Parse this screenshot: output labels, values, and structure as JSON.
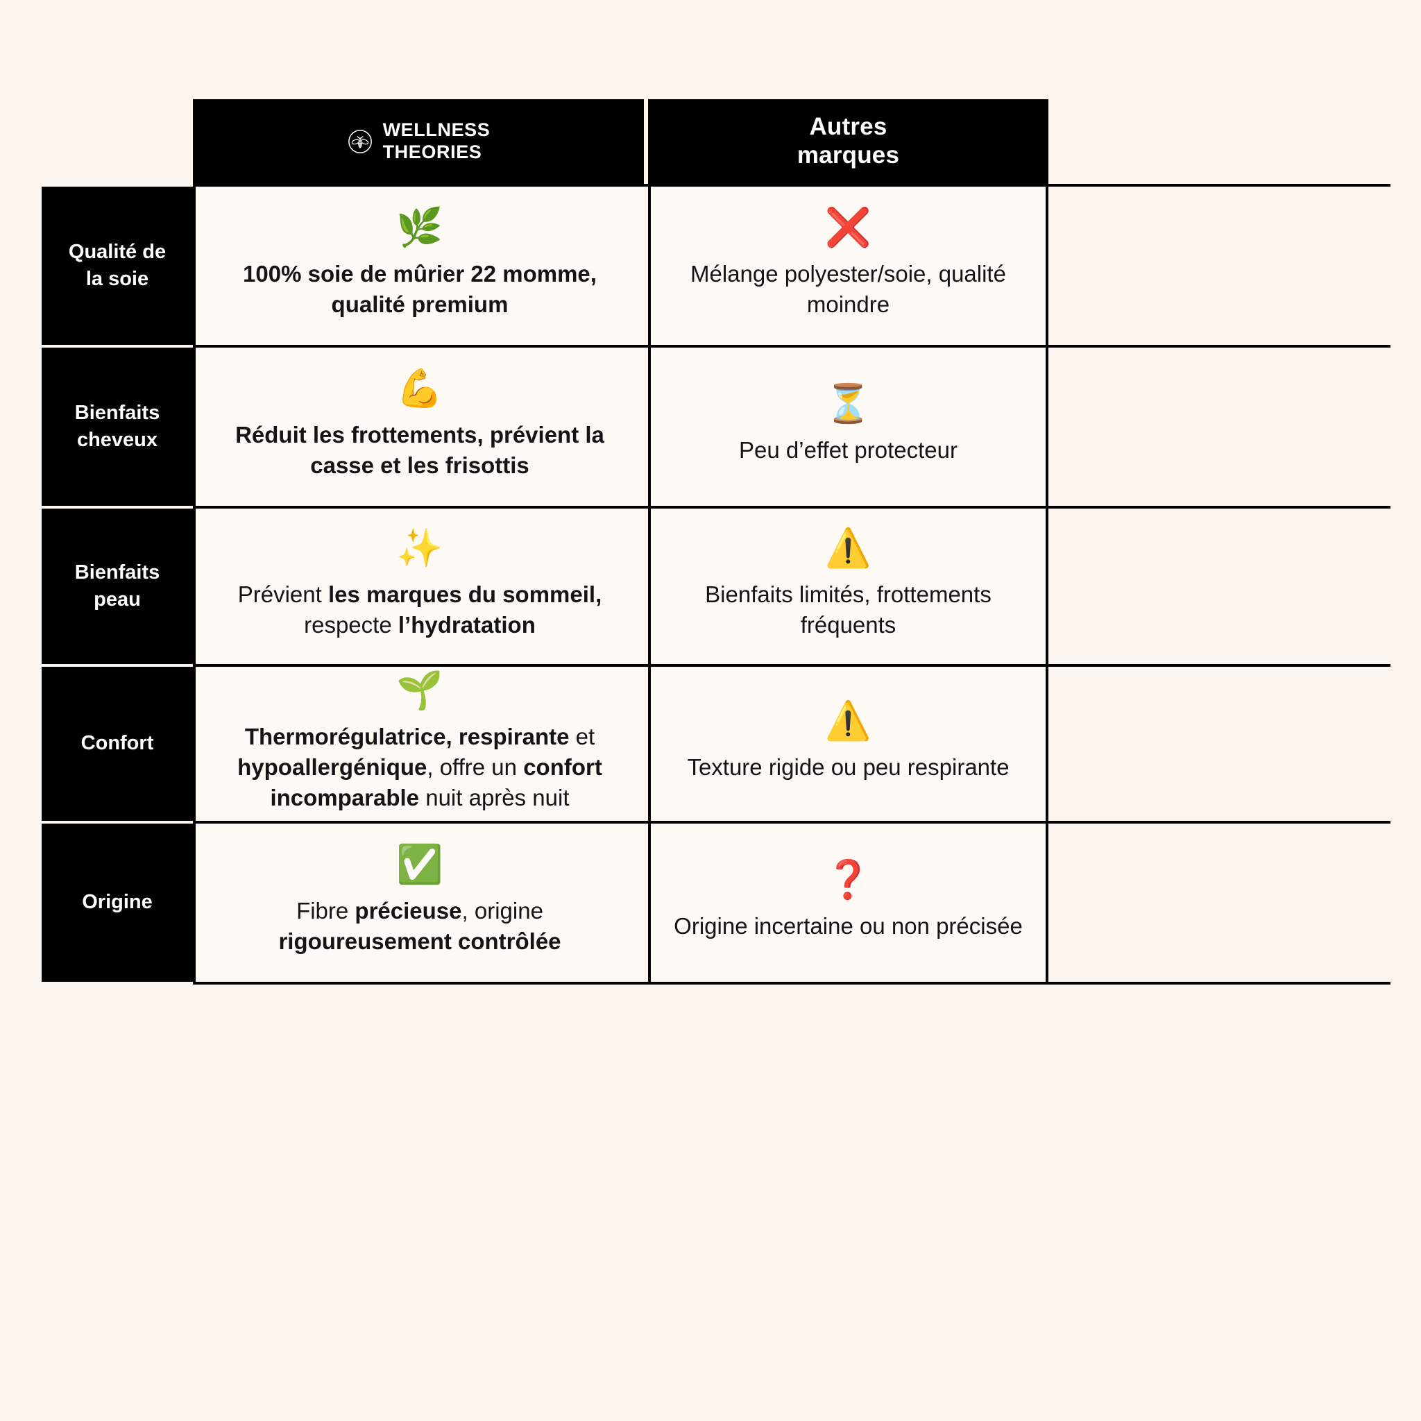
{
  "background_color": "#FDF6F0",
  "header": {
    "label_column_header": "",
    "brand": {
      "logo_icon": "bee-in-circle-icon",
      "name_line1": "WELLNESS",
      "name_line2": "THEORIES"
    },
    "other": {
      "line1": "Autres",
      "line2": "marques"
    }
  },
  "colors": {
    "header_background": "#000000",
    "header_text": "#FFFFFF",
    "cell_background": "#FDF9F4",
    "border": "#000000",
    "body_text": "#141414",
    "negative_mark": "#E02020",
    "positive_mark": "#15A337",
    "warning_mark": "#F5C518"
  },
  "rows": [
    {
      "label": "Qualité de\nla soie",
      "label_lines": [
        "Qualité de",
        "la soie"
      ],
      "brand": {
        "icon": "herb-leaf-emoji",
        "icon_glyph": "🌿",
        "text_plain": "100% soie de mûrier 22 momme, qualité premium",
        "segments": [
          {
            "text": "100% soie de mûrier 22 momme, qualité premium",
            "bold": true
          }
        ]
      },
      "other": {
        "icon": "red-cross-mark-emoji",
        "icon_glyph": "❌",
        "text_plain": "Mélange polyester/soie, qualité moindre",
        "segments": [
          {
            "text": "Mélange polyester/soie, qualité moindre",
            "bold": false
          }
        ]
      }
    },
    {
      "label": "Bienfaits\ncheveux",
      "label_lines": [
        "Bienfaits",
        "cheveux"
      ],
      "brand": {
        "icon": "flexed-biceps-emoji",
        "icon_glyph": "💪",
        "text_plain": "Réduit les frottements, prévient la casse et les frisottis",
        "segments": [
          {
            "text": "Réduit les frottements, prévient la casse et les frisottis",
            "bold": true
          }
        ]
      },
      "other": {
        "icon": "hourglass-emoji",
        "icon_glyph": "⏳",
        "text_plain": "Peu d’effet protecteur",
        "segments": [
          {
            "text": "Peu d’effet protecteur",
            "bold": false
          }
        ]
      }
    },
    {
      "label": "Bienfaits\npeau",
      "label_lines": [
        "Bienfaits",
        "peau"
      ],
      "brand": {
        "icon": "sparkles-emoji",
        "icon_glyph": "✨",
        "text_plain": "Prévient les marques du sommeil, respecte l’hydratation",
        "segments": [
          {
            "text": "Prévient ",
            "bold": false
          },
          {
            "text": "les marques du sommeil,",
            "bold": true
          },
          {
            "text": " respecte ",
            "bold": false
          },
          {
            "text": "l’hydratation",
            "bold": true
          }
        ]
      },
      "other": {
        "icon": "warning-triangle-emoji",
        "icon_glyph": "⚠️",
        "text_plain": "Bienfaits limités, frottements fréquents",
        "segments": [
          {
            "text": "Bienfaits limités, frottements fréquents",
            "bold": false
          }
        ]
      }
    },
    {
      "label": "Confort",
      "label_lines": [
        "Confort"
      ],
      "brand": {
        "icon": "seedling-emoji",
        "icon_glyph": "🌱",
        "text_plain": "Thermorégulatrice, respirante et hypoallergénique, offre un confort incomparable nuit après nuit",
        "segments": [
          {
            "text": "Thermorégulatrice, respirante",
            "bold": true
          },
          {
            "text": " et ",
            "bold": false
          },
          {
            "text": "hypoallergénique",
            "bold": true
          },
          {
            "text": ", offre un ",
            "bold": false
          },
          {
            "text": "confort incomparable",
            "bold": true
          },
          {
            "text": " nuit après nuit",
            "bold": false
          }
        ]
      },
      "other": {
        "icon": "warning-triangle-emoji",
        "icon_glyph": "⚠️",
        "text_plain": "Texture rigide ou peu respirante",
        "segments": [
          {
            "text": "Texture rigide ou peu respirante",
            "bold": false
          }
        ]
      }
    },
    {
      "label": "Origine",
      "label_lines": [
        "Origine"
      ],
      "brand": {
        "icon": "white-check-mark-emoji",
        "icon_glyph": "✅",
        "text_plain": "Fibre précieuse, origine rigoureusement contrôlée",
        "segments": [
          {
            "text": "Fibre ",
            "bold": false
          },
          {
            "text": "précieuse",
            "bold": true
          },
          {
            "text": ", origine ",
            "bold": false
          },
          {
            "text": "rigoureusement contrôlée",
            "bold": true
          }
        ]
      },
      "other": {
        "icon": "red-question-mark-emoji",
        "icon_glyph": "❓",
        "text_plain": "Origine incertaine ou non précisée",
        "segments": [
          {
            "text": "Origine incertaine ou non précisée",
            "bold": false
          }
        ]
      }
    }
  ]
}
